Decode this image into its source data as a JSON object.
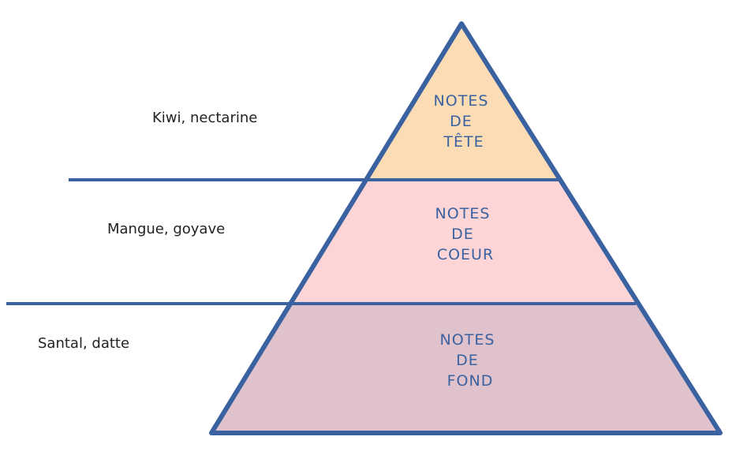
{
  "tiers": [
    {
      "lines": [
        "NOTES",
        "DE",
        "TÊTE"
      ],
      "fill": "#fcdcb4",
      "side_note": "Kiwi, nectarine"
    },
    {
      "lines": [
        "NOTES",
        "DE",
        "COEUR"
      ],
      "fill": "#fdd5d7",
      "side_note": "Mangue, goyave"
    },
    {
      "lines": [
        "NOTES",
        "DE",
        "FOND"
      ],
      "fill": "#dfc2cb",
      "side_note": "Santal, datte"
    }
  ],
  "colors": {
    "outline": "#3a62a0",
    "label_text": "#3a62a0",
    "side_text": "#222222"
  }
}
